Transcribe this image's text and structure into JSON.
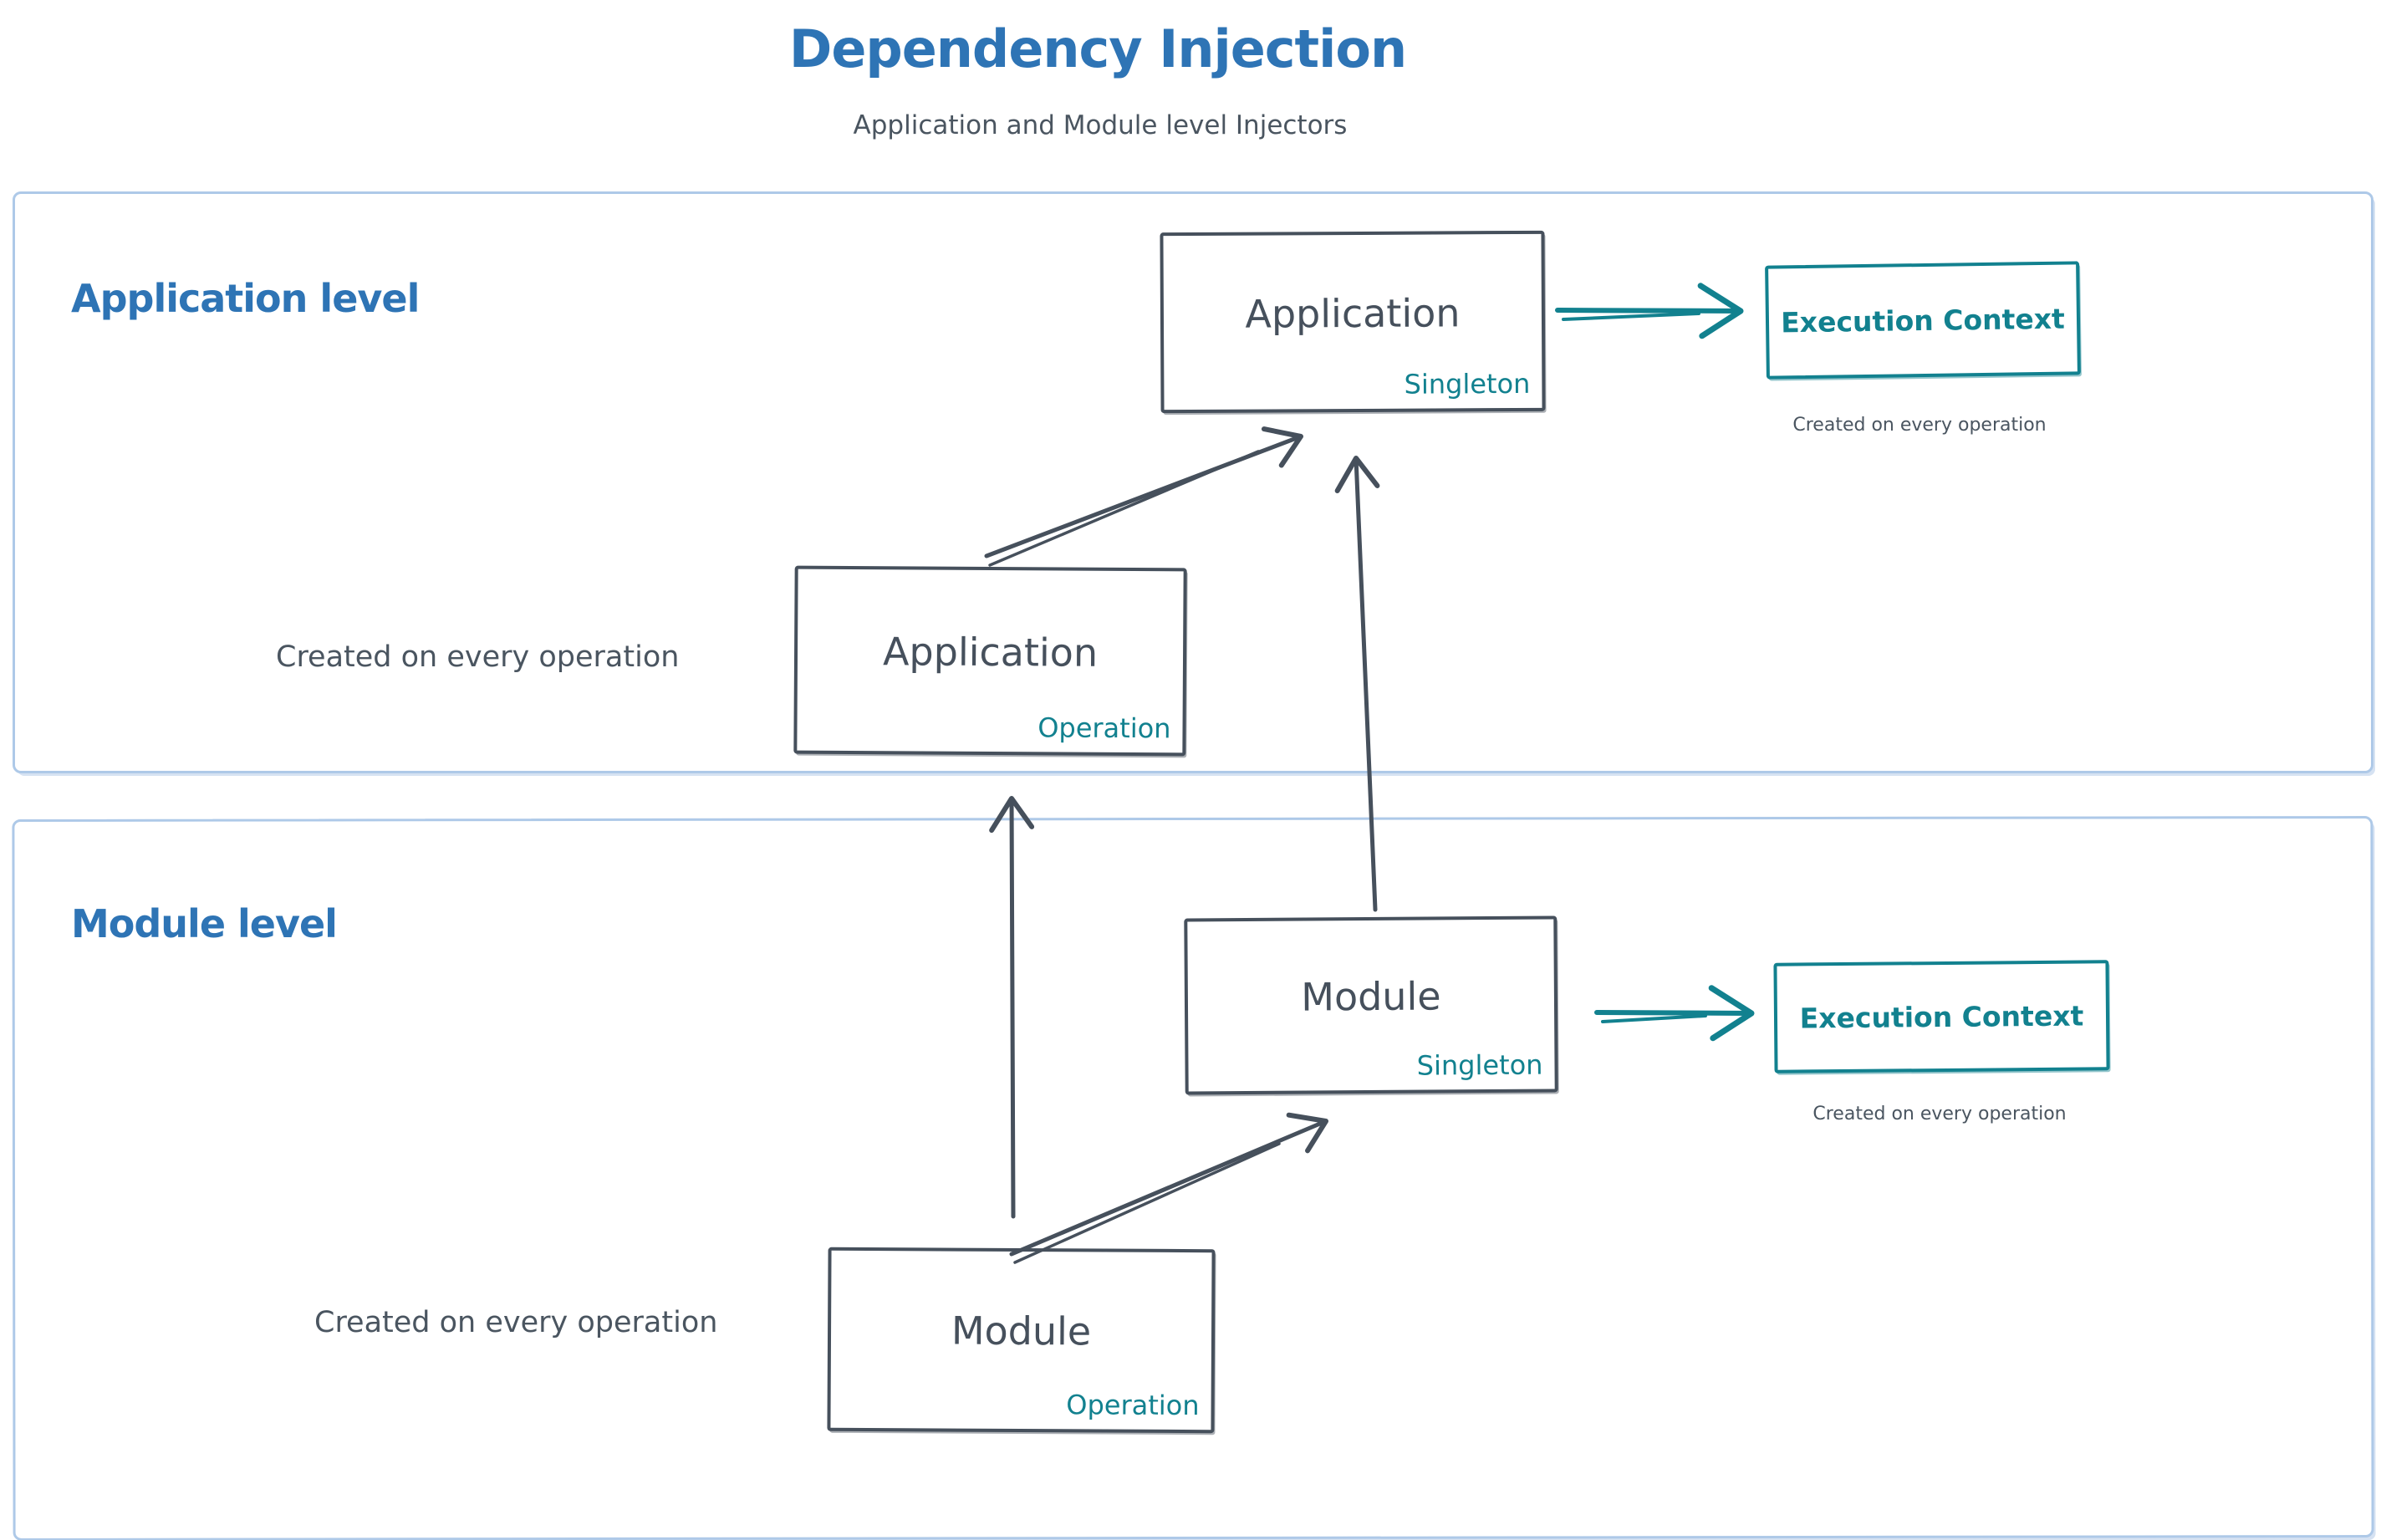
{
  "title": "Dependency Injection",
  "subtitle": "Application and Module level Injectors",
  "colors": {
    "heading_blue": "#2e74b5",
    "ink": "#46505c",
    "teal": "#12818f",
    "section_border": "#aec9e8"
  },
  "sections": [
    {
      "label": "Application level",
      "boxes": [
        {
          "title": "Application",
          "scope": "Singleton"
        },
        {
          "title": "Application",
          "scope": "Operation"
        }
      ],
      "execution_context": "Execution Context",
      "execution_note": "Created on every operation",
      "operation_note": "Created on every operation"
    },
    {
      "label": "Module level",
      "boxes": [
        {
          "title": "Module",
          "scope": "Singleton"
        },
        {
          "title": "Module",
          "scope": "Operation"
        }
      ],
      "execution_context": "Execution Context",
      "execution_note": "Created on every operation",
      "operation_note": "Created on every operation"
    }
  ]
}
